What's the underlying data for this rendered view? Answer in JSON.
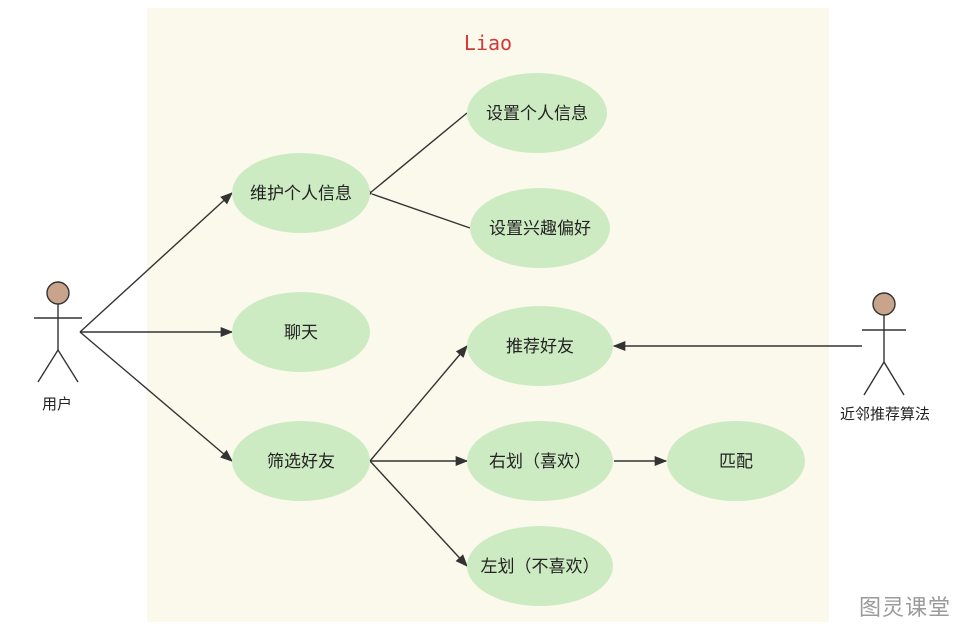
{
  "system": {
    "title": "Liao"
  },
  "actors": {
    "user": {
      "label": "用户"
    },
    "algorithm": {
      "label": "近邻推荐算法"
    }
  },
  "use_cases": {
    "maintain_profile": "维护个人信息",
    "set_profile": "设置个人信息",
    "set_interests": "设置兴趣偏好",
    "chat": "聊天",
    "filter_friends": "筛选好友",
    "recommend_friends": "推荐好友",
    "swipe_right": "右划（喜欢）",
    "swipe_left": "左划（不喜欢）",
    "match": "匹配"
  },
  "watermark": "图灵课堂",
  "colors": {
    "boundary_fill": "#fbf8ec",
    "usecase_fill": "#cdebc2",
    "actor_head": "#c8a48c",
    "title": "#d23a3a",
    "line": "#333333"
  }
}
